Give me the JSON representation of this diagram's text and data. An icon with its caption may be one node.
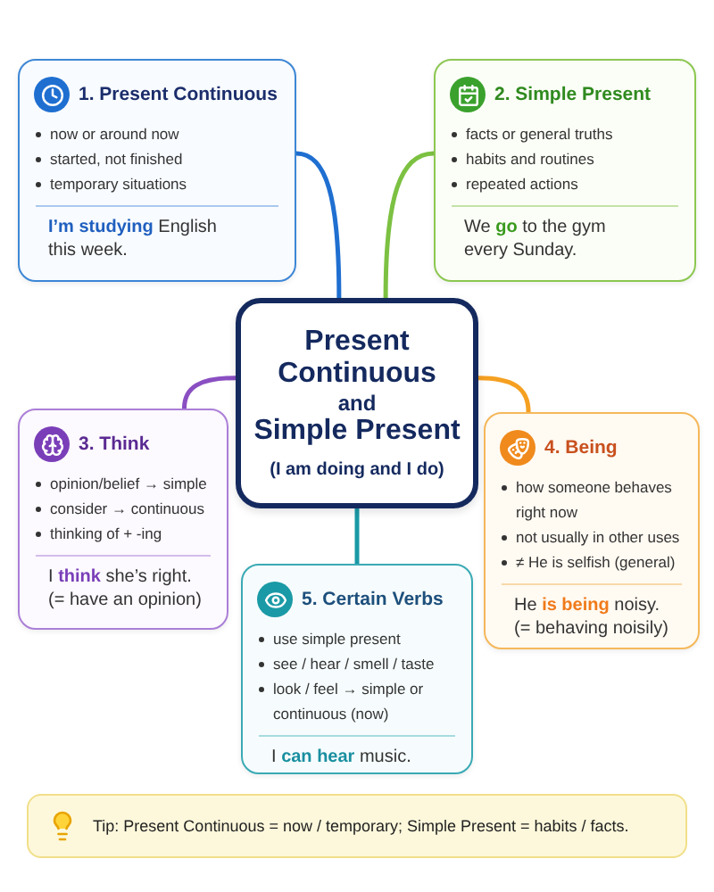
{
  "diagram": {
    "nodes": [
      {
        "text": [
          "1. Present Continuous",
          "now or around now",
          "started, not finished",
          "temporary situations",
          "**I’m studying** English this week."
        ]
      },
      {
        "text": [
          "2. Simple Present",
          "facts or general truths",
          "habits and routines",
          "repeated actions",
          "We **go** to the gym every Sunday."
        ]
      },
      {
        "text": [
          "Present Continuous",
          "and",
          "Simple Present",
          "(I am doing and I do)"
        ]
      },
      {
        "text": [
          "3. Think",
          "opinion/belief → simple",
          "consider → continuous",
          "thinking of + -ing",
          "I **think** she’s right.",
          "(= have an opinion)"
        ]
      },
      {
        "text": [
          "4. Being",
          "how someone behaves right now",
          "not usually in other uses",
          "≠ He is selfish (general)",
          "He **is being** noisy.",
          "(= behaving noisily)"
        ]
      },
      {
        "text": [
          "5. Certain Verbs",
          "use simple present",
          "see / hear / smell / taste",
          "look / feel → simple or continuous (now)",
          "I **can hear** music."
        ]
      },
      {
        "text": [
          "Tip: Present Continuous = now / temporary; Simple Present = habits / facts."
        ]
      }
    ],
    "edges": [
      {
        "from": 2,
        "to": 0,
        "arrow": "none",
        "color": "#1f6fd1"
      },
      {
        "from": 2,
        "to": 1,
        "arrow": "none",
        "color": "#7cc142"
      },
      {
        "from": 2,
        "to": 3,
        "arrow": "none",
        "color": "#8a4fc2"
      },
      {
        "from": 2,
        "to": 4,
        "arrow": "none",
        "color": "#f5a021"
      },
      {
        "from": 2,
        "to": 5,
        "arrow": "none",
        "color": "#1a9aa6"
      }
    ]
  }
}
